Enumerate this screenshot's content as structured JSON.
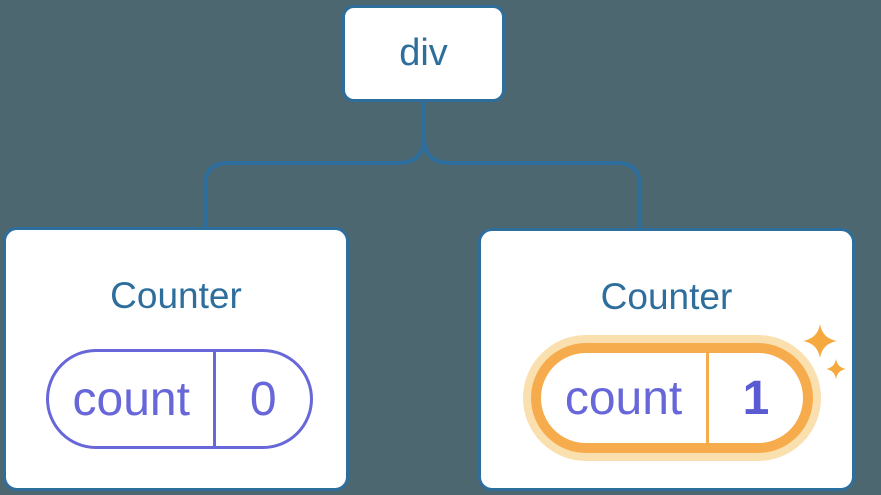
{
  "diagram": {
    "root_label": "div",
    "cards": [
      {
        "title": "Counter",
        "state_key": "count",
        "state_value": "0",
        "highlighted": false
      },
      {
        "title": "Counter",
        "state_key": "count",
        "state_value": "1",
        "highlighted": true
      }
    ],
    "icons": {
      "sparkle_large": "sparkle-icon",
      "sparkle_small": "sparkle-icon"
    },
    "colors": {
      "background": "#4D6771",
      "line_blue": "#2E6E9D",
      "card_background": "#FFFFFF",
      "state_purple": "#6767D9",
      "state_value_bold": "#5A5AD2",
      "highlight_orange": "#F6AC4C",
      "highlight_glow": "#FBE0AF",
      "sparkle_orange": "#F5A93F"
    }
  }
}
